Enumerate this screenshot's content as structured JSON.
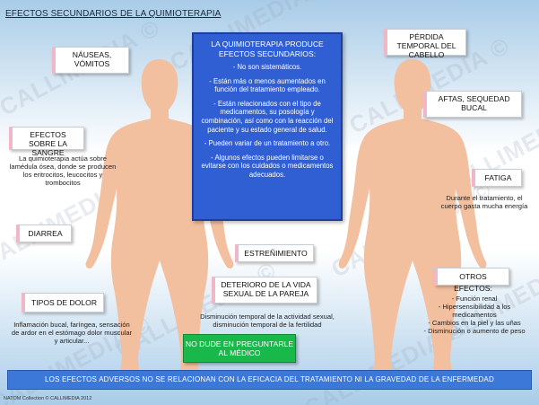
{
  "title": "EFECTOS SECUNDARIOS DE LA QUIMIOTERAPIA",
  "watermark": "CALLIMEDIA ©",
  "center": {
    "heading": "LA QUIMIOTERAPIA PRODUCE EFECTOS SECUNDARIOS:",
    "points": [
      "- No son sistemáticos.",
      "- Están más o menos aumentados en función del tratamiento empleado.",
      "- Están relacionados con el tipo de medicamentos, su posología y combinación, así como con la reacción del paciente y su estado general de salud.",
      "- Pueden variar de un tratamiento a otro.",
      "- Algunos efectos pueden limitarse o evitarse con los cuidados o medicamentos adecuados."
    ]
  },
  "left": {
    "nauseas": "NÁUSEAS, VÓMITOS",
    "sangre": "EFECTOS SOBRE LA SANGRE",
    "sangre_note": "La quimioterapia actúa sobre lamédula ósea, donde se producen los eritrocitos, leucocitos y trombocitos",
    "diarrea": "DIARREA",
    "dolor": "TIPOS DE DOLOR",
    "dolor_note": "Inflamación bucal, faríngea, sensación de ardor en el estómago dolor muscular y articular..."
  },
  "middle": {
    "estrenimiento": "ESTREÑIMIENTO",
    "sexual": "DETERIORO DE LA VIDA SEXUAL DE LA PAREJA",
    "sexual_note": "Disminución temporal de la actividad sexual, disminución temporal de la fertilidad",
    "cta": "NO DUDE EN PREGUNTARLE AL MÉDICO"
  },
  "right": {
    "cabello": "PÉRDIDA TEMPORAL DEL CABELLO",
    "aftas": "AFTAS, SEQUEDAD BUCAL",
    "fatiga": "FATIGA",
    "fatiga_note": "Durante el tratamiento, el cuerpo gasta mucha energía",
    "otros": "OTROS EFECTOS:",
    "otros_list": [
      "- Función renal",
      "- Hipersensibilidad a los medicamentos",
      "- Cambios en la piel y las uñas",
      "- Disminución o aumento de peso"
    ]
  },
  "bottom_bar": "LOS EFECTOS ADVERSOS NO SE RELACIONAN CON LA EFICACIA DEL TRATAMIENTO NI LA GRAVEDAD DE LA ENFERMEDAD",
  "credit": "NATOM Collection © CALLIMEDIA 2012",
  "colors": {
    "skin": "#f2bf9f",
    "panel": "#2f5fd3",
    "cta": "#19b84a",
    "bar": "#3c78d8",
    "accent_pink": "#f2b7c6"
  }
}
